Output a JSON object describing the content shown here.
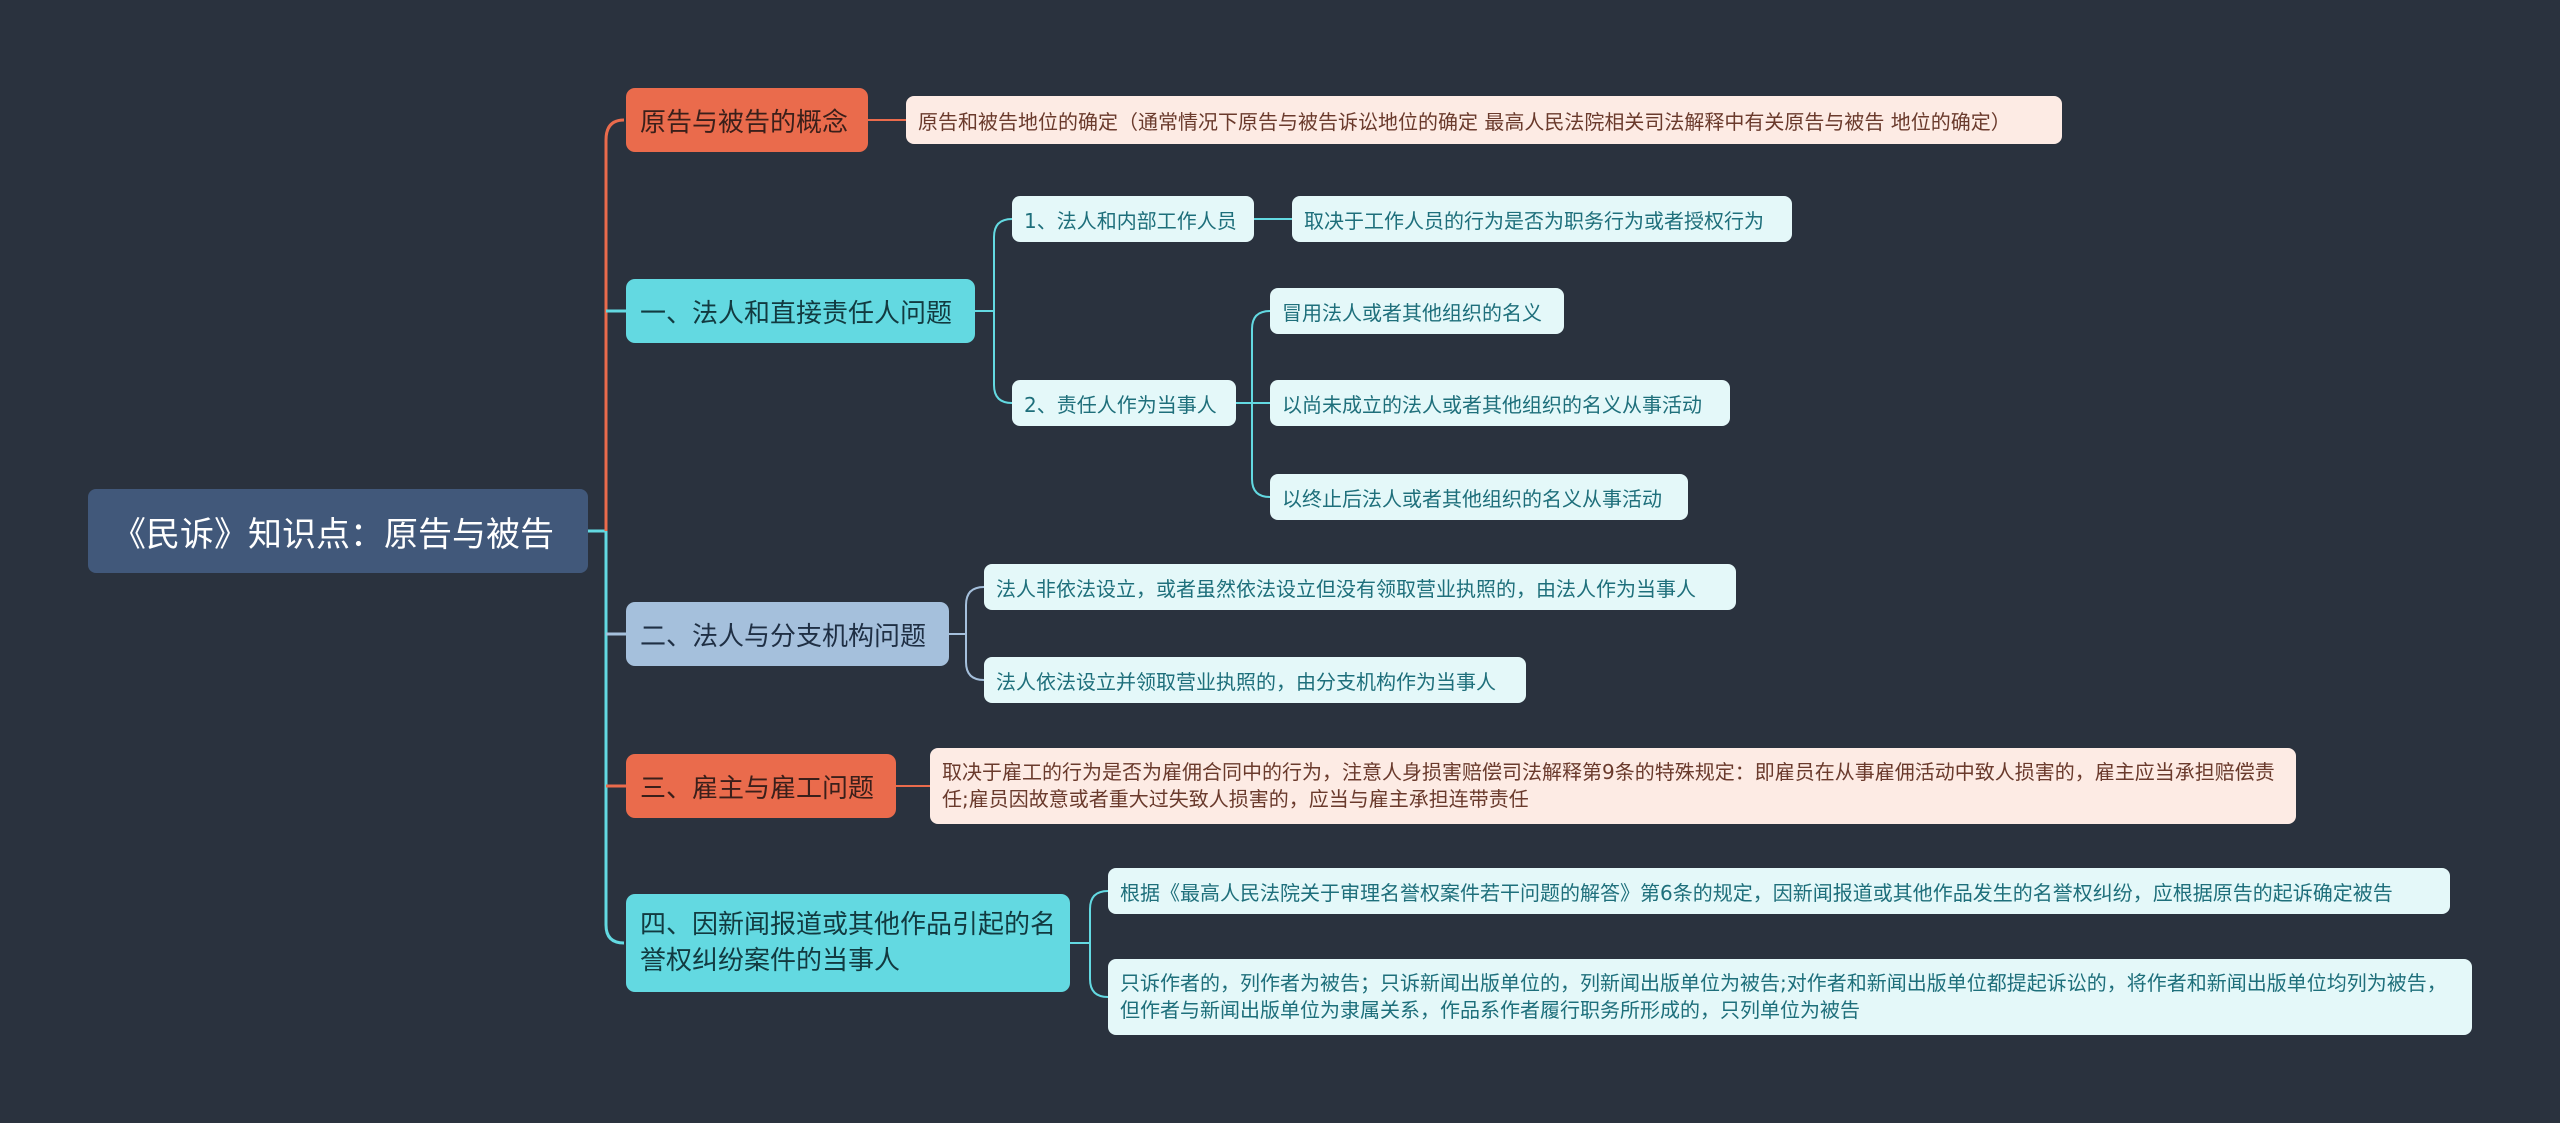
{
  "colors": {
    "background": "#2a323e",
    "root": "#41587a",
    "accent_red": "#ea6b4c",
    "accent_cyan": "#63d9e1",
    "accent_blue": "#a5c0dc",
    "leaf_cyan": "#e4f8f9",
    "leaf_pink": "#fdebe4"
  },
  "mindmap": {
    "root": "《民诉》知识点：原告与被告",
    "b1": {
      "label": "原告与被告的概念",
      "leaf": "原告和被告地位的确定（通常情况下原告与被告诉讼地位的确定 最高人民法院相关司法解释中有关原告与被告 地位的确定）"
    },
    "b2": {
      "label": "一、法人和直接责任人问题",
      "sub1": {
        "label": "1、法人和内部工作人员",
        "leaf": "取决于工作人员的行为是否为职务行为或者授权行为"
      },
      "sub2": {
        "label": "2、责任人作为当事人",
        "leaves": [
          "冒用法人或者其他组织的名义",
          "以尚未成立的法人或者其他组织的名义从事活动",
          "以终止后法人或者其他组织的名义从事活动"
        ]
      }
    },
    "b3": {
      "label": "二、法人与分支机构问题",
      "leaves": [
        "法人非依法设立，或者虽然依法设立但没有领取营业执照的，由法人作为当事人",
        "法人依法设立并领取营业执照的，由分支机构作为当事人"
      ]
    },
    "b4": {
      "label": "三、雇主与雇工问题",
      "leaf": "取决于雇工的行为是否为雇佣合同中的行为，注意人身损害赔偿司法解释第9条的特殊规定：即雇员在从事雇佣活动中致人损害的，雇主应当承担赔偿责任;雇员因故意或者重大过失致人损害的，应当与雇主承担连带责任"
    },
    "b5": {
      "label": "四、因新闻报道或其他作品引起的名誉权纠纷案件的当事人",
      "leaves": [
        "根据《最高人民法院关于审理名誉权案件若干问题的解答》第6条的规定，因新闻报道或其他作品发生的名誉权纠纷，应根据原告的起诉确定被告",
        "只诉作者的，列作者为被告；只诉新闻出版单位的，列新闻出版单位为被告;对作者和新闻出版单位都提起诉讼的，将作者和新闻出版单位均列为被告，但作者与新闻出版单位为隶属关系，作品系作者履行职务所形成的，只列单位为被告"
      ]
    }
  }
}
